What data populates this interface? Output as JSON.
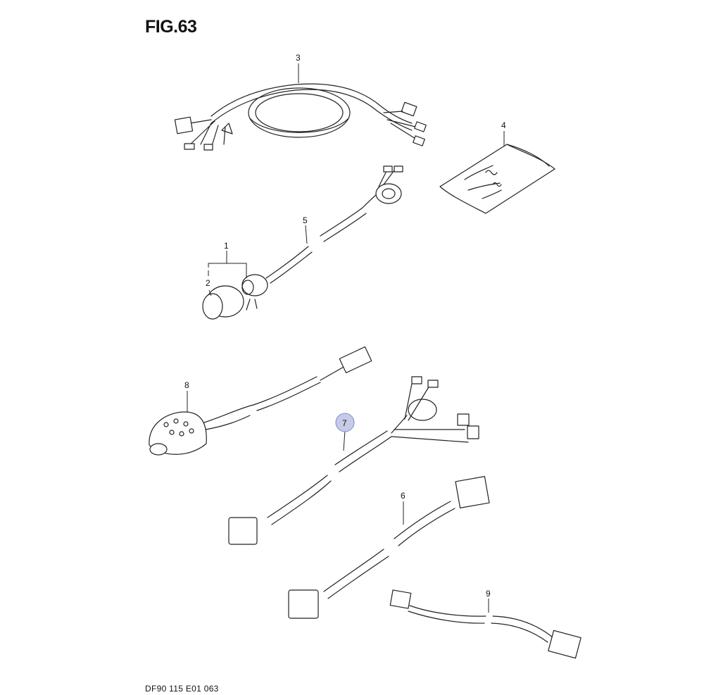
{
  "figure": {
    "title": "FIG.63",
    "footer_code": "DF90 115 E01  063"
  },
  "callouts": [
    {
      "id": "callout-1",
      "label": "1"
    },
    {
      "id": "callout-2",
      "label": "2"
    },
    {
      "id": "callout-3",
      "label": "3"
    },
    {
      "id": "callout-4",
      "label": "4"
    },
    {
      "id": "callout-5",
      "label": "5"
    },
    {
      "id": "callout-6",
      "label": "6"
    },
    {
      "id": "callout-7",
      "label": "7",
      "highlighted": true
    },
    {
      "id": "callout-8",
      "label": "8"
    },
    {
      "id": "callout-9",
      "label": "9"
    }
  ],
  "colors": {
    "line": "#222222",
    "highlight_fill": "#c5cbe8",
    "highlight_stroke": "#7f8ec8"
  }
}
